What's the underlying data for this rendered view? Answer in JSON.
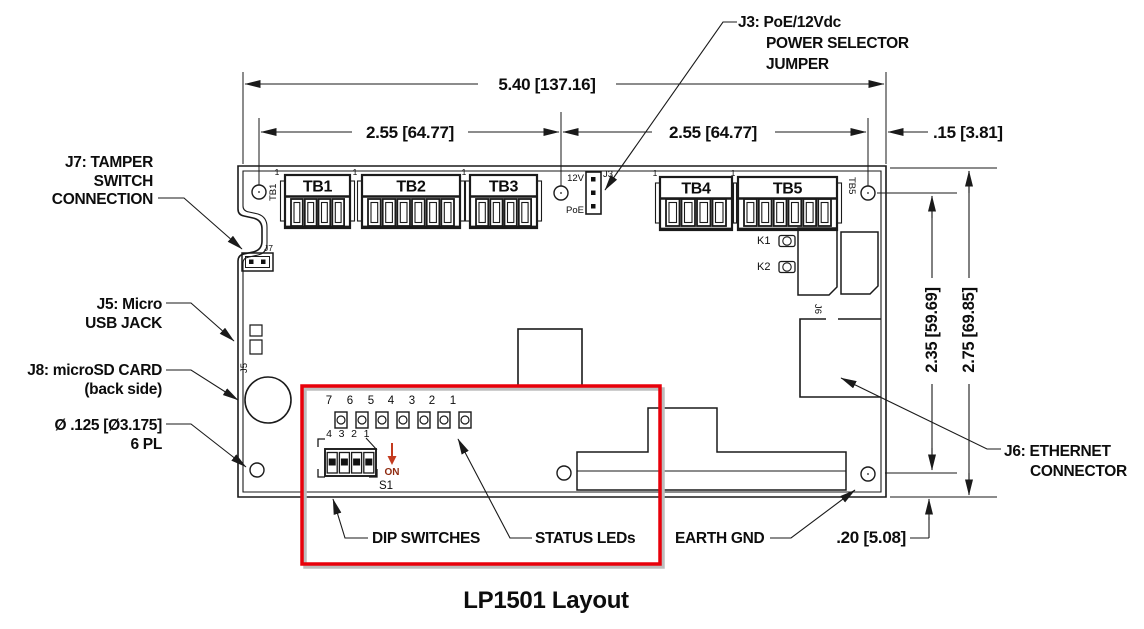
{
  "title": "LP1501 Layout",
  "colors": {
    "line": "#1a1a1a",
    "highlight_red": "#e8000a",
    "on_arrow_red": "#c43a1e",
    "on_text_red": "#8f2a10"
  },
  "dimensions": {
    "width_total": "5.40 [137.16]",
    "width_left": "2.55 [64.77]",
    "width_right": "2.55 [64.77]",
    "edge_offset": ".15 [3.81]",
    "height_hole": "2.35 [59.69]",
    "height_total": "2.75 [69.85]",
    "gnd_offset": ".20 [5.08]"
  },
  "callouts": {
    "j3": [
      "J3: PoE/12Vdc",
      "POWER SELECTOR",
      "JUMPER"
    ],
    "j7": [
      "J7: TAMPER",
      "SWITCH",
      "CONNECTION"
    ],
    "j5": [
      "J5: Micro",
      "USB JACK"
    ],
    "j8": [
      "J8: microSD CARD",
      "(back side)"
    ],
    "mounting": [
      "Ø .125 [Ø3.175]",
      "6 PL"
    ],
    "j6": [
      "J6: ETHERNET",
      "CONNECTOR"
    ],
    "earth_gnd": "EARTH GND",
    "dip_switches": "DIP SWITCHES",
    "status_leds": "STATUS LEDs"
  },
  "board": {
    "terminal_blocks": [
      {
        "label": "TB1",
        "pins": 4
      },
      {
        "label": "TB2",
        "pins": 6
      },
      {
        "label": "TB3",
        "pins": 4
      },
      {
        "label": "TB4",
        "pins": 4
      },
      {
        "label": "TB5",
        "pins": 6
      }
    ],
    "pin1": "1",
    "refs": {
      "tb1_side": "TB1",
      "tb5_side": "TB5",
      "j3": "J3",
      "j5": "J5",
      "j6": "J6",
      "j7": "J7",
      "s1": "S1"
    },
    "power": {
      "v12": "12V",
      "poe": "PoE"
    },
    "relays": [
      "K1",
      "K2"
    ],
    "led_numbers": [
      "7",
      "6",
      "5",
      "4",
      "3",
      "2",
      "1"
    ],
    "dip_numbers": [
      "4",
      "3",
      "2",
      "1"
    ],
    "on_label": "ON"
  }
}
